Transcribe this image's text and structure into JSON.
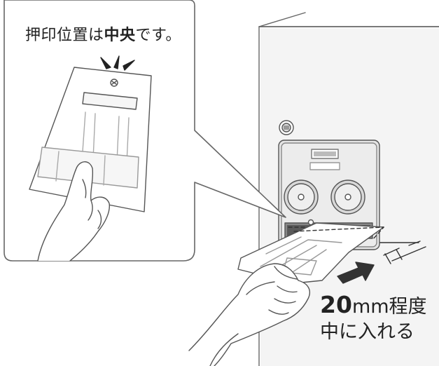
{
  "callout": {
    "text_prefix": "押印位置は",
    "text_bold": "中央",
    "text_suffix": "です。"
  },
  "insert_note": {
    "value": "20",
    "unit_suffix": "mm程度",
    "line2": "中に入れる"
  }
}
